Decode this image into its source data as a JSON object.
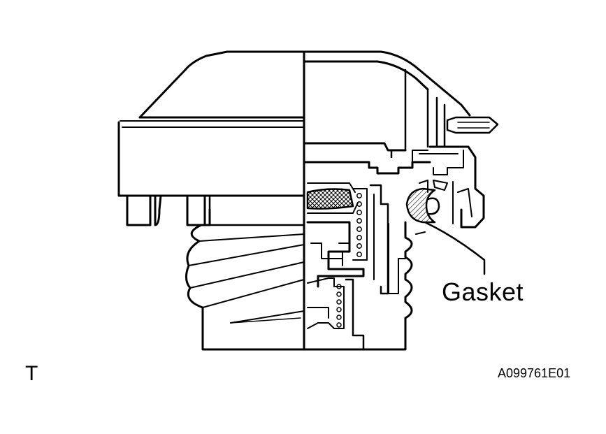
{
  "figure": {
    "callout_label": "Gasket",
    "corner_mark": "T",
    "figure_id": "A099761E01"
  }
}
